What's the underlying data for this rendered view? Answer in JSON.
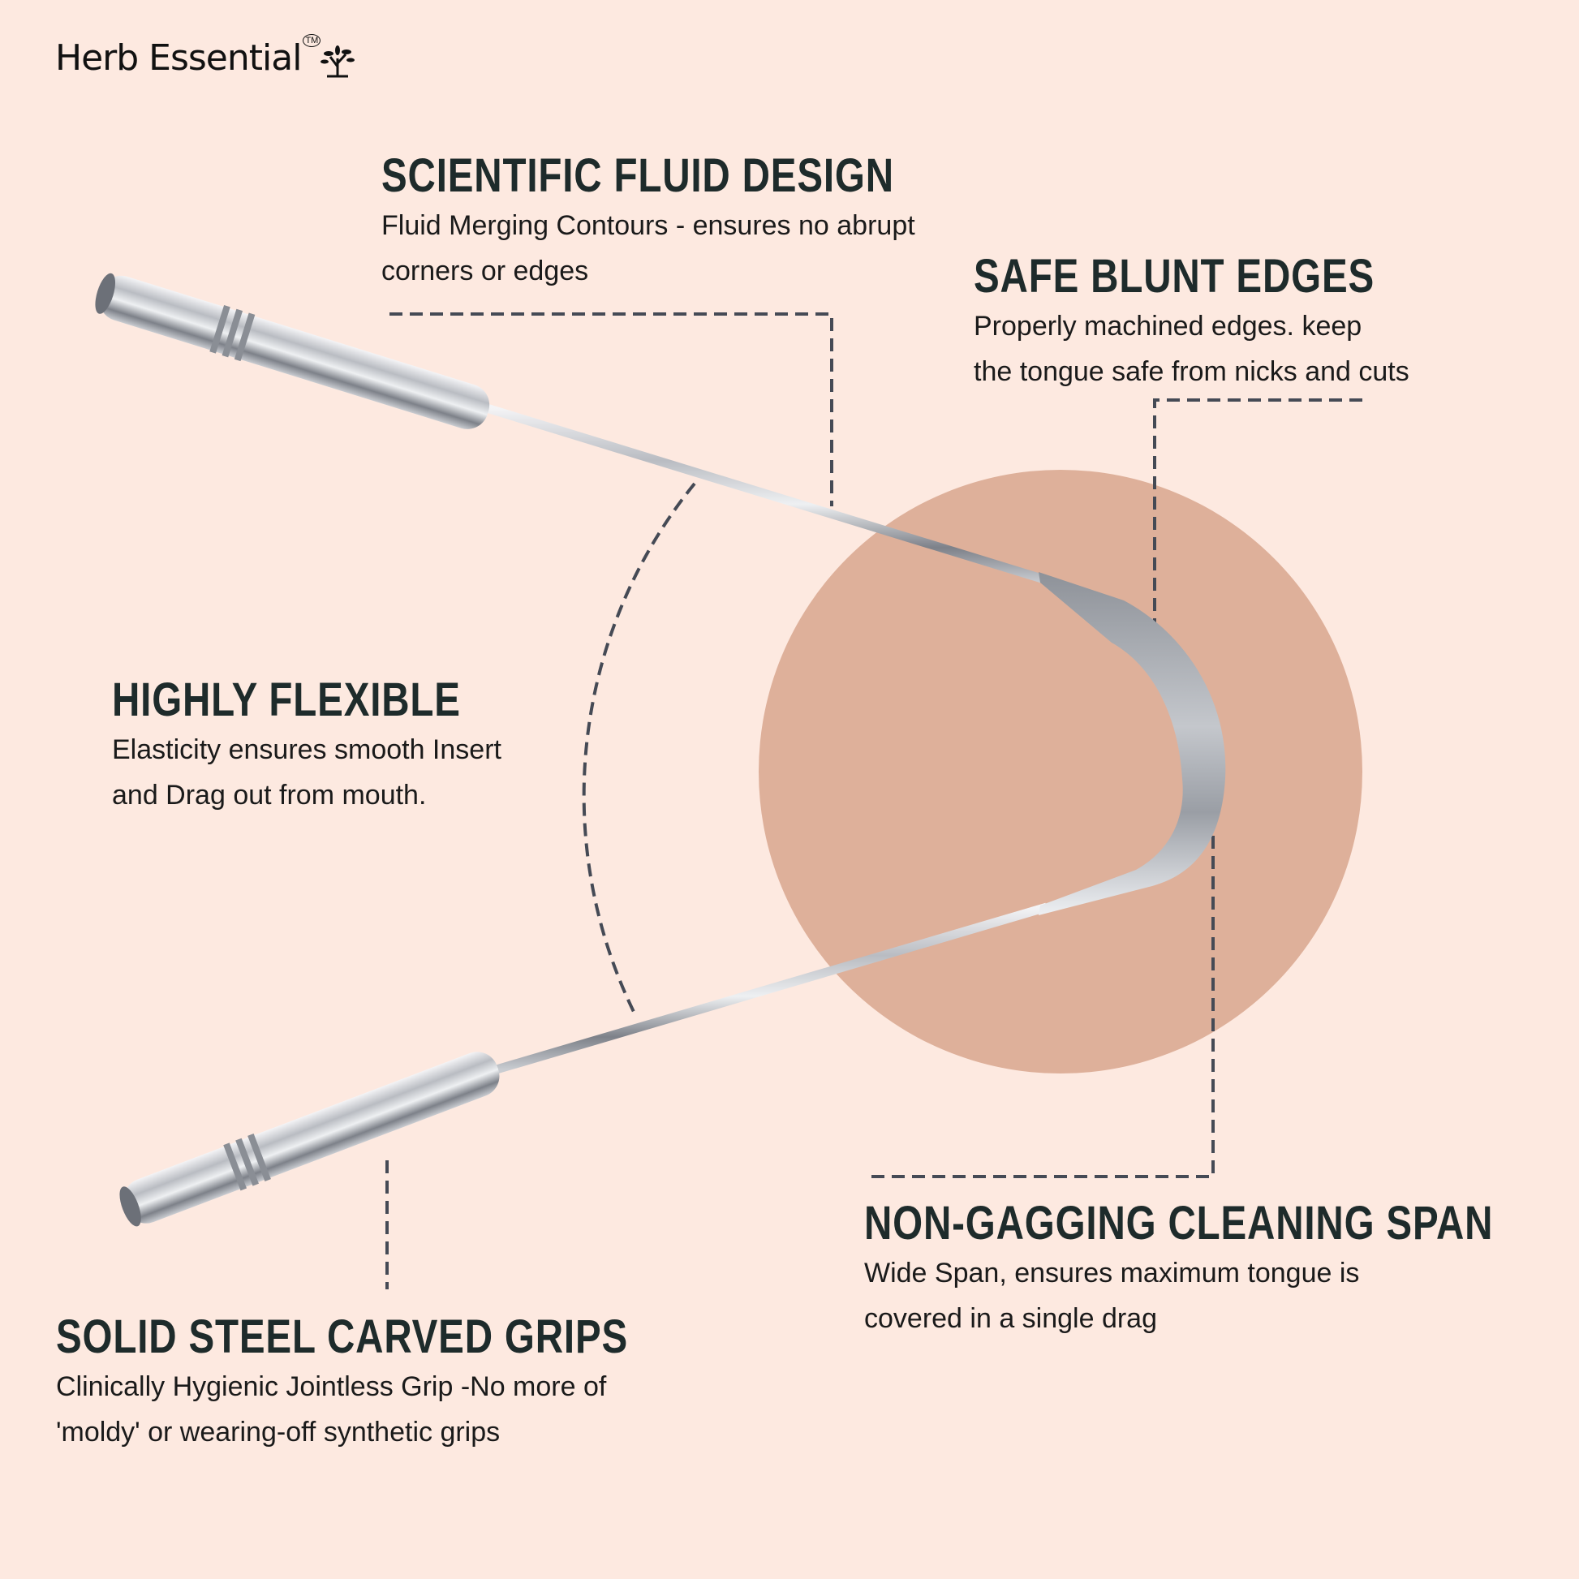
{
  "brand": {
    "name": "Herb Essential",
    "trademark": "TM",
    "logo_icon": "tree-icon"
  },
  "colors": {
    "background": "#fde9e0",
    "circle": "#deb09a",
    "heading": "#1e2b2b",
    "dash": "#454a55"
  },
  "features": [
    {
      "title": "SCIENTIFIC FLUID DESIGN",
      "lines": [
        "Fluid Merging Contours - ensures no abrupt",
        "corners or edges"
      ]
    },
    {
      "title": "SAFE BLUNT EDGES",
      "lines": [
        "Properly machined edges. keep",
        "the tongue safe from nicks and cuts"
      ]
    },
    {
      "title": "HIGHLY FLEXIBLE",
      "lines": [
        "Elasticity ensures smooth Insert",
        "and Drag out from mouth."
      ]
    },
    {
      "title": "NON-GAGGING CLEANING SPAN",
      "lines": [
        "Wide Span, ensures maximum tongue is",
        "covered in a single drag"
      ]
    },
    {
      "title": "SOLID STEEL CARVED GRIPS",
      "lines": [
        "Clinically Hygienic Jointless Grip -No more of",
        "'moldy' or wearing-off synthetic grips"
      ]
    }
  ]
}
